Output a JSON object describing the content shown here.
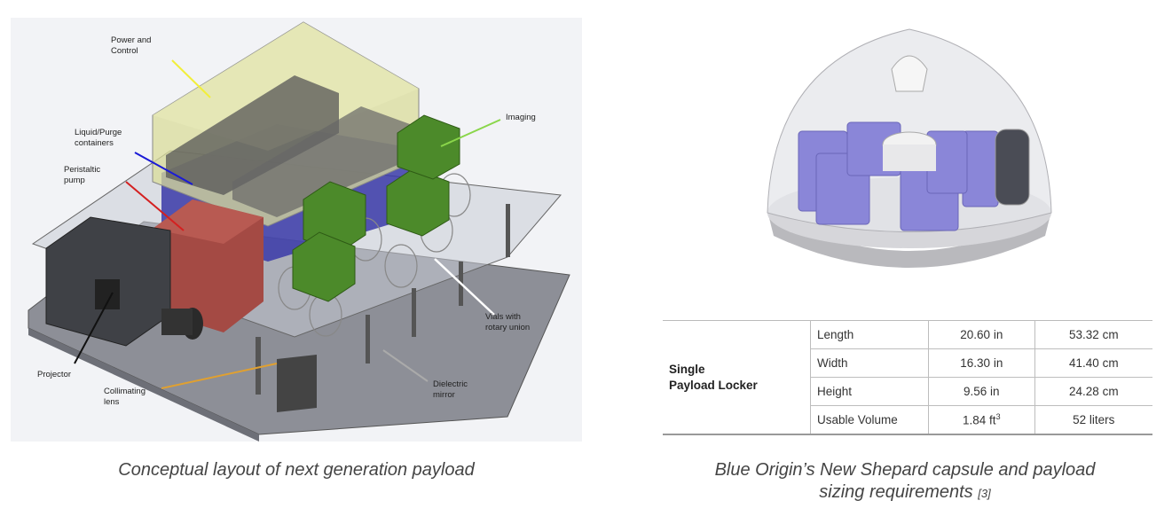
{
  "left_figure": {
    "callouts": {
      "power_control": "Power and\nControl",
      "liquid_purge": "Liquid/Purge\ncontainers",
      "peristaltic": "Peristaltic\npump",
      "imaging": "Imaging",
      "vials": "Vials with\nrotary union",
      "projector": "Projector",
      "collimating": "Collimating\nlens",
      "dielectric": "Dielectric\nmirror"
    },
    "caption": "Conceptual layout of next generation payload"
  },
  "right_figure": {
    "table": {
      "group_label_line1": "Single",
      "group_label_line2": "Payload Locker",
      "rows": [
        {
          "label": "Length",
          "imperial": "20.60 in",
          "metric": "53.32 cm"
        },
        {
          "label": "Width",
          "imperial": "16.30 in",
          "metric": "41.40 cm"
        },
        {
          "label": "Height",
          "imperial": "9.56 in",
          "metric": "24.28 cm"
        },
        {
          "label": "Usable Volume",
          "imperial": "1.84 ft",
          "imperial_sup": "3",
          "metric": "52 liters"
        }
      ]
    },
    "caption_line1": "Blue Origin’s New Shepard capsule and payload",
    "caption_line2": "sizing requirements",
    "caption_ref": "[3]"
  },
  "colors": {
    "yellow_box": "#d9dc9a",
    "blue_box": "#3a3aa8",
    "red_box": "#a44a44",
    "green_box": "#4c8a2a",
    "capsule_lockers": "#8a86d8"
  }
}
